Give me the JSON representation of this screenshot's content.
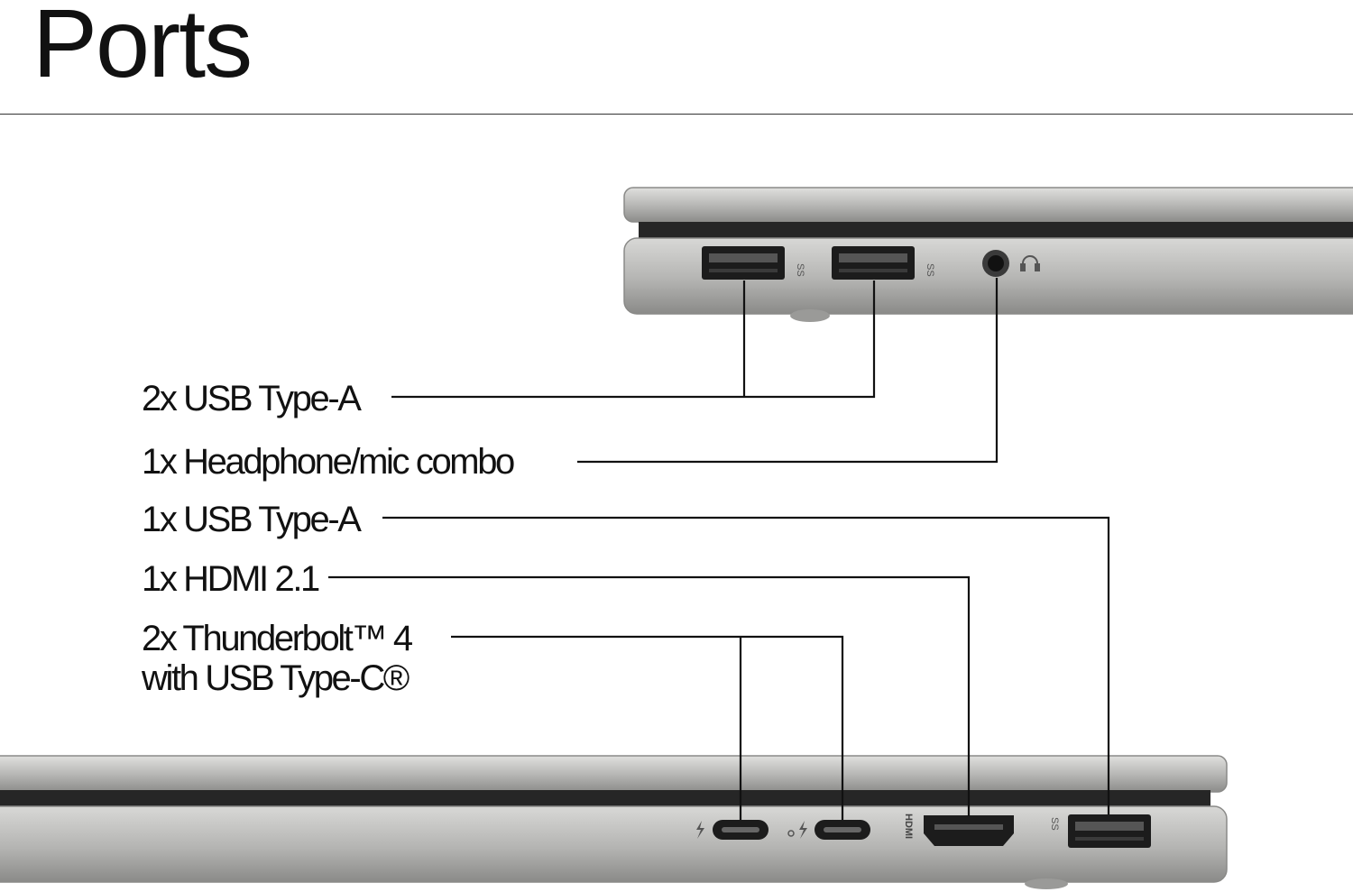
{
  "heading": "Ports",
  "labels": {
    "usb_a_dual": "2x USB Type-A",
    "headphone": "1x Headphone/mic combo",
    "usb_a_single": "1x USB Type-A",
    "hdmi": "1x HDMI 2.1",
    "thunderbolt_line1": "2x Thunderbolt™ 4",
    "thunderbolt_line2": "with USB Type-C®"
  },
  "port_markings": {
    "usb_ss": "SS",
    "hdmi": "HDMI"
  },
  "colors": {
    "chassis": "#b3b3b1",
    "chassis_dark": "#8e8e8c",
    "hinge": "#2a2a2a",
    "port": "#1c1c1c",
    "line": "#111111"
  },
  "icons": [
    "usb-superspeed-icon",
    "headset-icon",
    "thunderbolt-icon",
    "hdmi-logo-icon",
    "usb-charging-icon"
  ]
}
